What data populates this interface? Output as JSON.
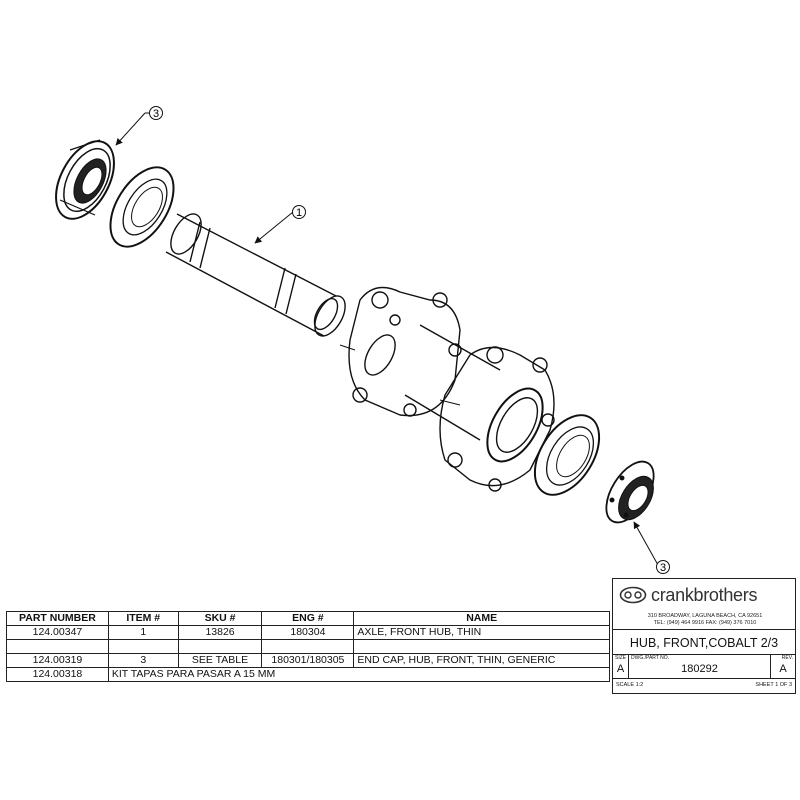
{
  "callouts": [
    "3",
    "1",
    "3"
  ],
  "bom": {
    "headers": [
      "PART NUMBER",
      "ITEM #",
      "SKU #",
      "ENG #",
      "NAME"
    ],
    "rows": [
      {
        "part": "124.00347",
        "item": "1",
        "sku": "13826",
        "eng": "180304",
        "name": "AXLE, FRONT HUB, THIN"
      },
      {
        "part": "",
        "item": "",
        "sku": "",
        "eng": "",
        "name": ""
      },
      {
        "part": "124.00319",
        "item": "3",
        "sku": "SEE TABLE",
        "eng": "180301/180305",
        "name": "END CAP, HUB, FRONT, THIN, GENERIC"
      },
      {
        "part": "124.00318",
        "kit": "KIT TAPAS PARA PASAR A 15 MM"
      }
    ]
  },
  "title_block": {
    "brand": "crankbrothers",
    "address_line1": "310 BROADWAY, LAGUNA BEACH, CA 92651",
    "address_line2": "TEL: (949) 464 9916  FAX: (949) 376 7010",
    "title": "HUB, FRONT,COBALT 2/3",
    "size_label": "SIZE",
    "size": "A",
    "dwg_label": "DWG./PART NO.",
    "dwg_no": "180292",
    "rev_label": "REV.",
    "rev": "A",
    "scale": "SCALE 1:2",
    "sheet": "SHEET 1 OF 3"
  }
}
